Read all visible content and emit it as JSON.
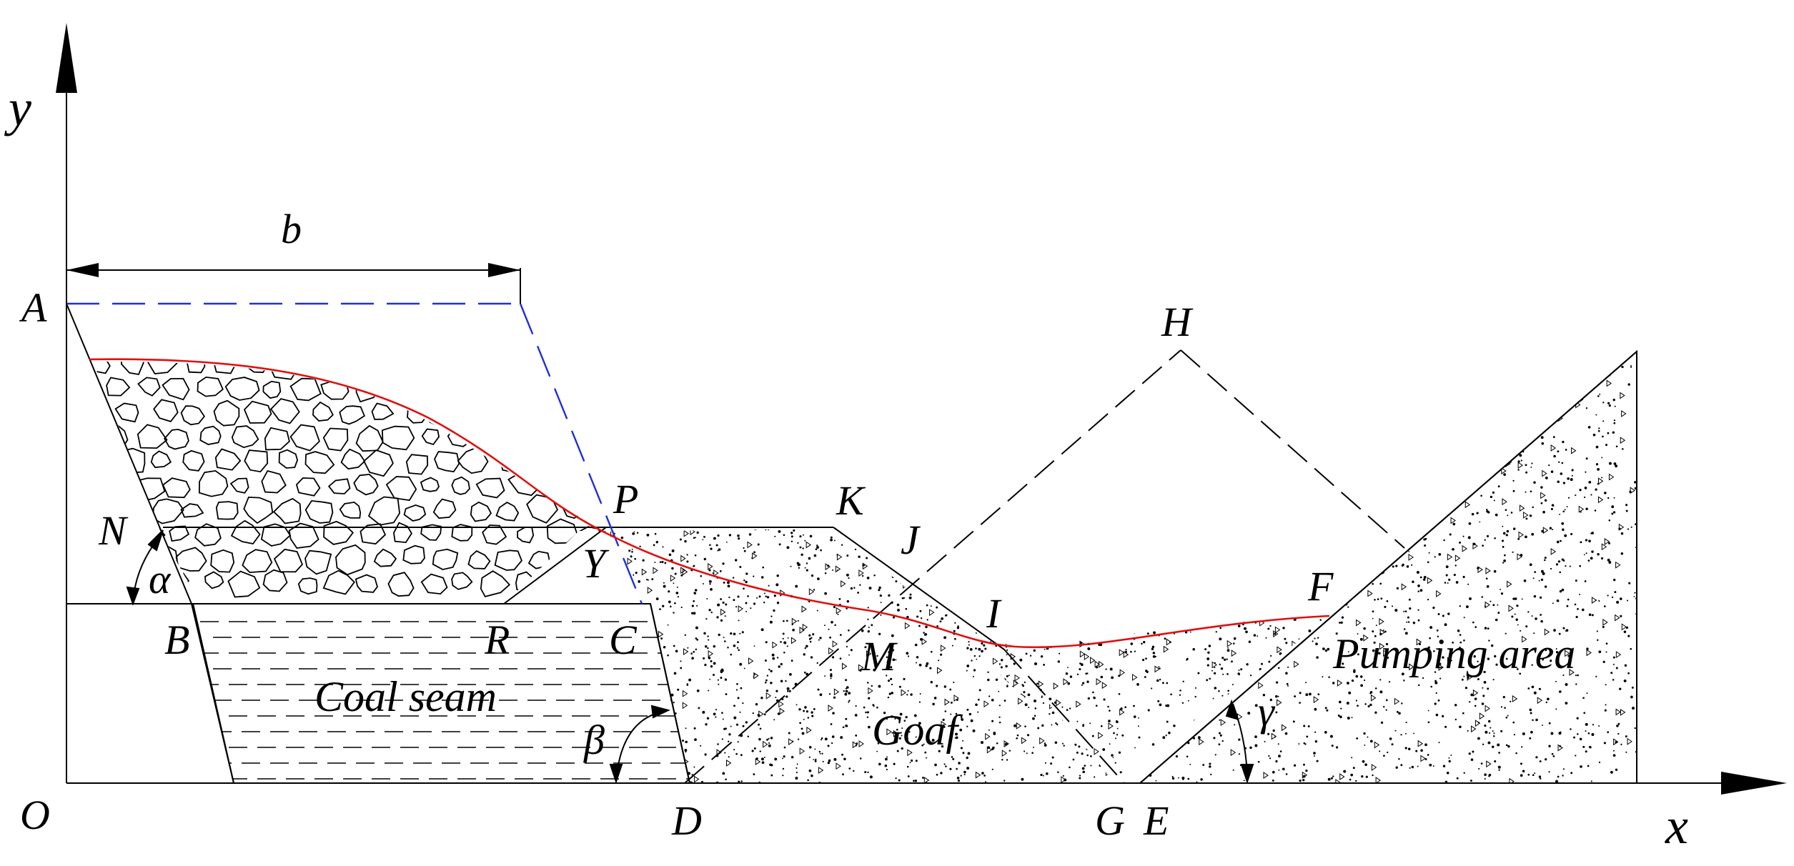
{
  "axes": {
    "x_label": "x",
    "y_label": "y",
    "origin_label": "O"
  },
  "dimension": {
    "label": "b"
  },
  "points": {
    "A": "A",
    "B": "B",
    "C": "C",
    "D": "D",
    "E": "E",
    "F": "F",
    "G": "G",
    "H": "H",
    "I": "I",
    "J": "J",
    "K": "K",
    "M": "M",
    "N": "N",
    "P": "P",
    "R": "R",
    "Y": "Y"
  },
  "angles": {
    "alpha": "α",
    "beta": "β",
    "gamma": "γ"
  },
  "regions": {
    "coal_seam": "Coal seam",
    "goaf": "Goaf",
    "pumping_area": "Pumping area"
  },
  "colors": {
    "outline": "#000000",
    "blue_dashed": "#1f2fd6",
    "red_curve": "#e01010"
  }
}
